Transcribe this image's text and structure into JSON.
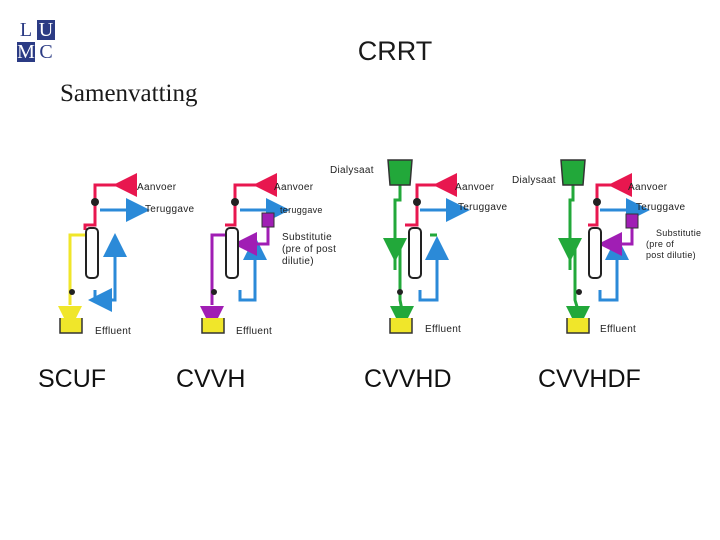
{
  "logo": {
    "letters": [
      "L",
      "U",
      "M",
      "C"
    ]
  },
  "title": "CRRT",
  "subtitle": "Samenvatting",
  "labels": {
    "aanvoer": "Aanvoer",
    "teruggave": "Teruggave",
    "teruggave_lower": "teruggave",
    "effluent": "Effluent",
    "dialysaat": "Dialysaat",
    "substitutie_1": "Substitutie",
    "substitutie_2": "(pre of post",
    "substitutie_3": "dilutie)",
    "substitutie_b2": "(pre of",
    "substitutie_b3": "post dilutie)"
  },
  "modes": [
    "SCUF",
    "CVVH",
    "CVVHD",
    "CVVHDF"
  ],
  "colors": {
    "arterial": "#e8174f",
    "venous": "#2b8ad8",
    "effluent": "#f0e62a",
    "substitution": "#a01eb4",
    "dialysate": "#22a83a",
    "filter": "#ffffff",
    "logo": "#2b3b84"
  }
}
